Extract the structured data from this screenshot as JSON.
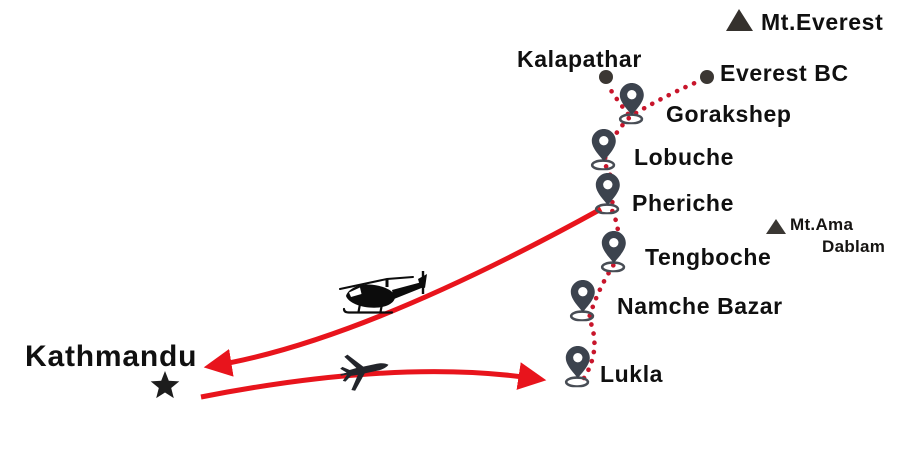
{
  "locations": [
    {
      "name": "Kathmandu",
      "marker": "star"
    },
    {
      "name": "Lukla",
      "marker": "pin"
    },
    {
      "name": "Namche Bazar",
      "marker": "pin"
    },
    {
      "name": "Tengboche",
      "marker": "pin"
    },
    {
      "name": "Pheriche",
      "marker": "pin"
    },
    {
      "name": "Lobuche",
      "marker": "pin"
    },
    {
      "name": "Gorakshep",
      "marker": "pin"
    },
    {
      "name": "Kalapathar",
      "marker": "dot"
    },
    {
      "name": "Everest BC",
      "marker": "dot"
    }
  ],
  "peaks": [
    {
      "name": "Mt.Everest"
    },
    {
      "name": "Mt.Ama Dablam",
      "line1": "Mt.Ama",
      "line2": "Dablam"
    }
  ],
  "routes": [
    {
      "name": "trek-trail",
      "style": "dotted",
      "color": "#c8152b"
    },
    {
      "name": "helicopter-route",
      "style": "solid-arrow",
      "color": "#e8141c",
      "arrow_points_to": "Kathmandu"
    },
    {
      "name": "flight-route",
      "style": "solid-arrow",
      "color": "#e8141c",
      "arrow_points_to": "Lukla"
    }
  ],
  "icons": [
    {
      "name": "helicopter-icon"
    },
    {
      "name": "airplane-icon"
    },
    {
      "name": "map-pin-icon"
    },
    {
      "name": "peak-triangle-icon"
    },
    {
      "name": "star-icon"
    },
    {
      "name": "camp-dot-icon"
    },
    {
      "name": "route-arrow-icon"
    }
  ],
  "colors": {
    "background": "#ffffff",
    "route_solid": "#e8141c",
    "route_dotted": "#c8152b",
    "pin_fill": "#3c434e",
    "pin_ring": "#484d55",
    "label_text": "#101010",
    "icon_dark": "#23252b",
    "peak_triangle": "#35312d"
  }
}
